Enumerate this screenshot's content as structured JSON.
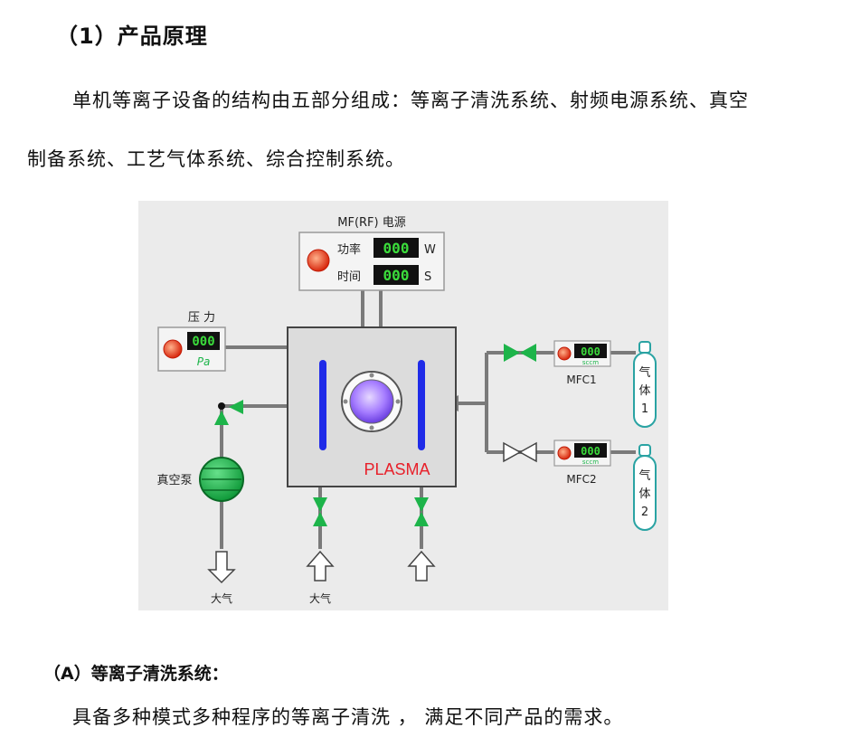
{
  "heading": "（1）产品原理",
  "para1_line1": "单机等离子设备的结构由五部分组成：等离子清洗系统、射频电源系统、真空",
  "para1_line2": "制备系统、工艺气体系统、综合控制系统。",
  "diagram": {
    "rf_title": "MF(RF) 电源",
    "power_label": "功率",
    "power_value": "000",
    "power_unit": "W",
    "time_label": "时间",
    "time_value": "000",
    "time_unit": "S",
    "pressure_title": "压 力",
    "pressure_value": "000",
    "pressure_unit": "Pa",
    "pump_label": "真空泵",
    "plasma_label": "PLASMA",
    "mfc1_label": "MFC1",
    "mfc2_label": "MFC2",
    "mfc_value": "000",
    "mfc_unit": "sccm",
    "gas1_chars": [
      "气",
      "体",
      "1"
    ],
    "gas2_chars": [
      "气",
      "体",
      "2"
    ],
    "atmosphere_label_1": "大气",
    "atmosphere_label_2": "大气"
  },
  "subheading": "（A）等离子清洗系统：",
  "para2": "具备多种模式多种程序的等离子清洗 ， 满足不同产品的需求。",
  "colors": {
    "diagram_bg": "#ebebeb",
    "chamber_fill": "#dcdcdc",
    "pipe": "#7a7a7a",
    "electrode": "#1f2be8",
    "valve_green": "#1db44a",
    "plasma_text": "#e8202a",
    "indicator_red": "#e8341c",
    "gas_bottle": "#2aa3a3",
    "window_purple": "#9b6bff"
  }
}
